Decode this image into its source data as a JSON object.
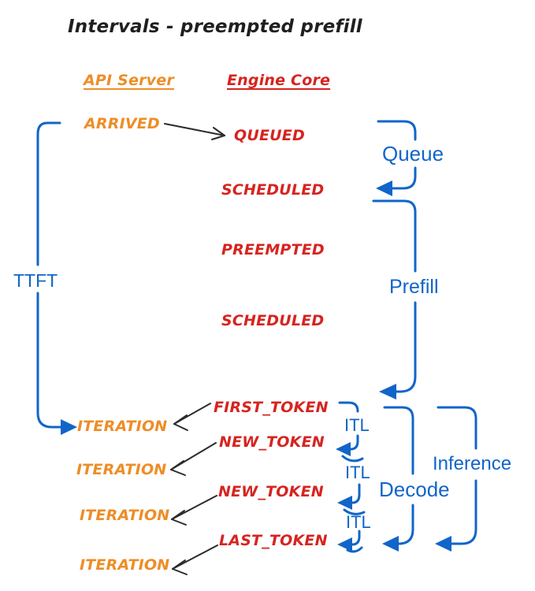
{
  "title": "Intervals - preempted prefill",
  "colors": {
    "api_server_orange": "#EE8D26",
    "engine_core_red": "#D62420",
    "interval_blue": "#1165C9",
    "arrow_black": "#2B2B2B",
    "background": "#FFFFFF"
  },
  "columns": {
    "api_server": {
      "header": "API Server"
    },
    "engine_core": {
      "header": "Engine Core"
    }
  },
  "api_events": [
    {
      "label": "ARRIVED"
    },
    {
      "label": "ITERATION"
    },
    {
      "label": "ITERATION"
    },
    {
      "label": "ITERATION"
    },
    {
      "label": "ITERATION"
    }
  ],
  "engine_events": [
    {
      "label": "QUEUED"
    },
    {
      "label": "SCHEDULED"
    },
    {
      "label": "PREEMPTED"
    },
    {
      "label": "SCHEDULED"
    },
    {
      "label": "FIRST_TOKEN"
    },
    {
      "label": "NEW_TOKEN"
    },
    {
      "label": "NEW_TOKEN"
    },
    {
      "label": "LAST_TOKEN"
    }
  ],
  "intervals": {
    "ttft": "TTFT",
    "queue": "Queue",
    "prefill": "Prefill",
    "decode": "Decode",
    "inference": "Inference",
    "itl": [
      {
        "label": "ITL"
      },
      {
        "label": "ITL"
      },
      {
        "label": "ITL"
      }
    ]
  }
}
